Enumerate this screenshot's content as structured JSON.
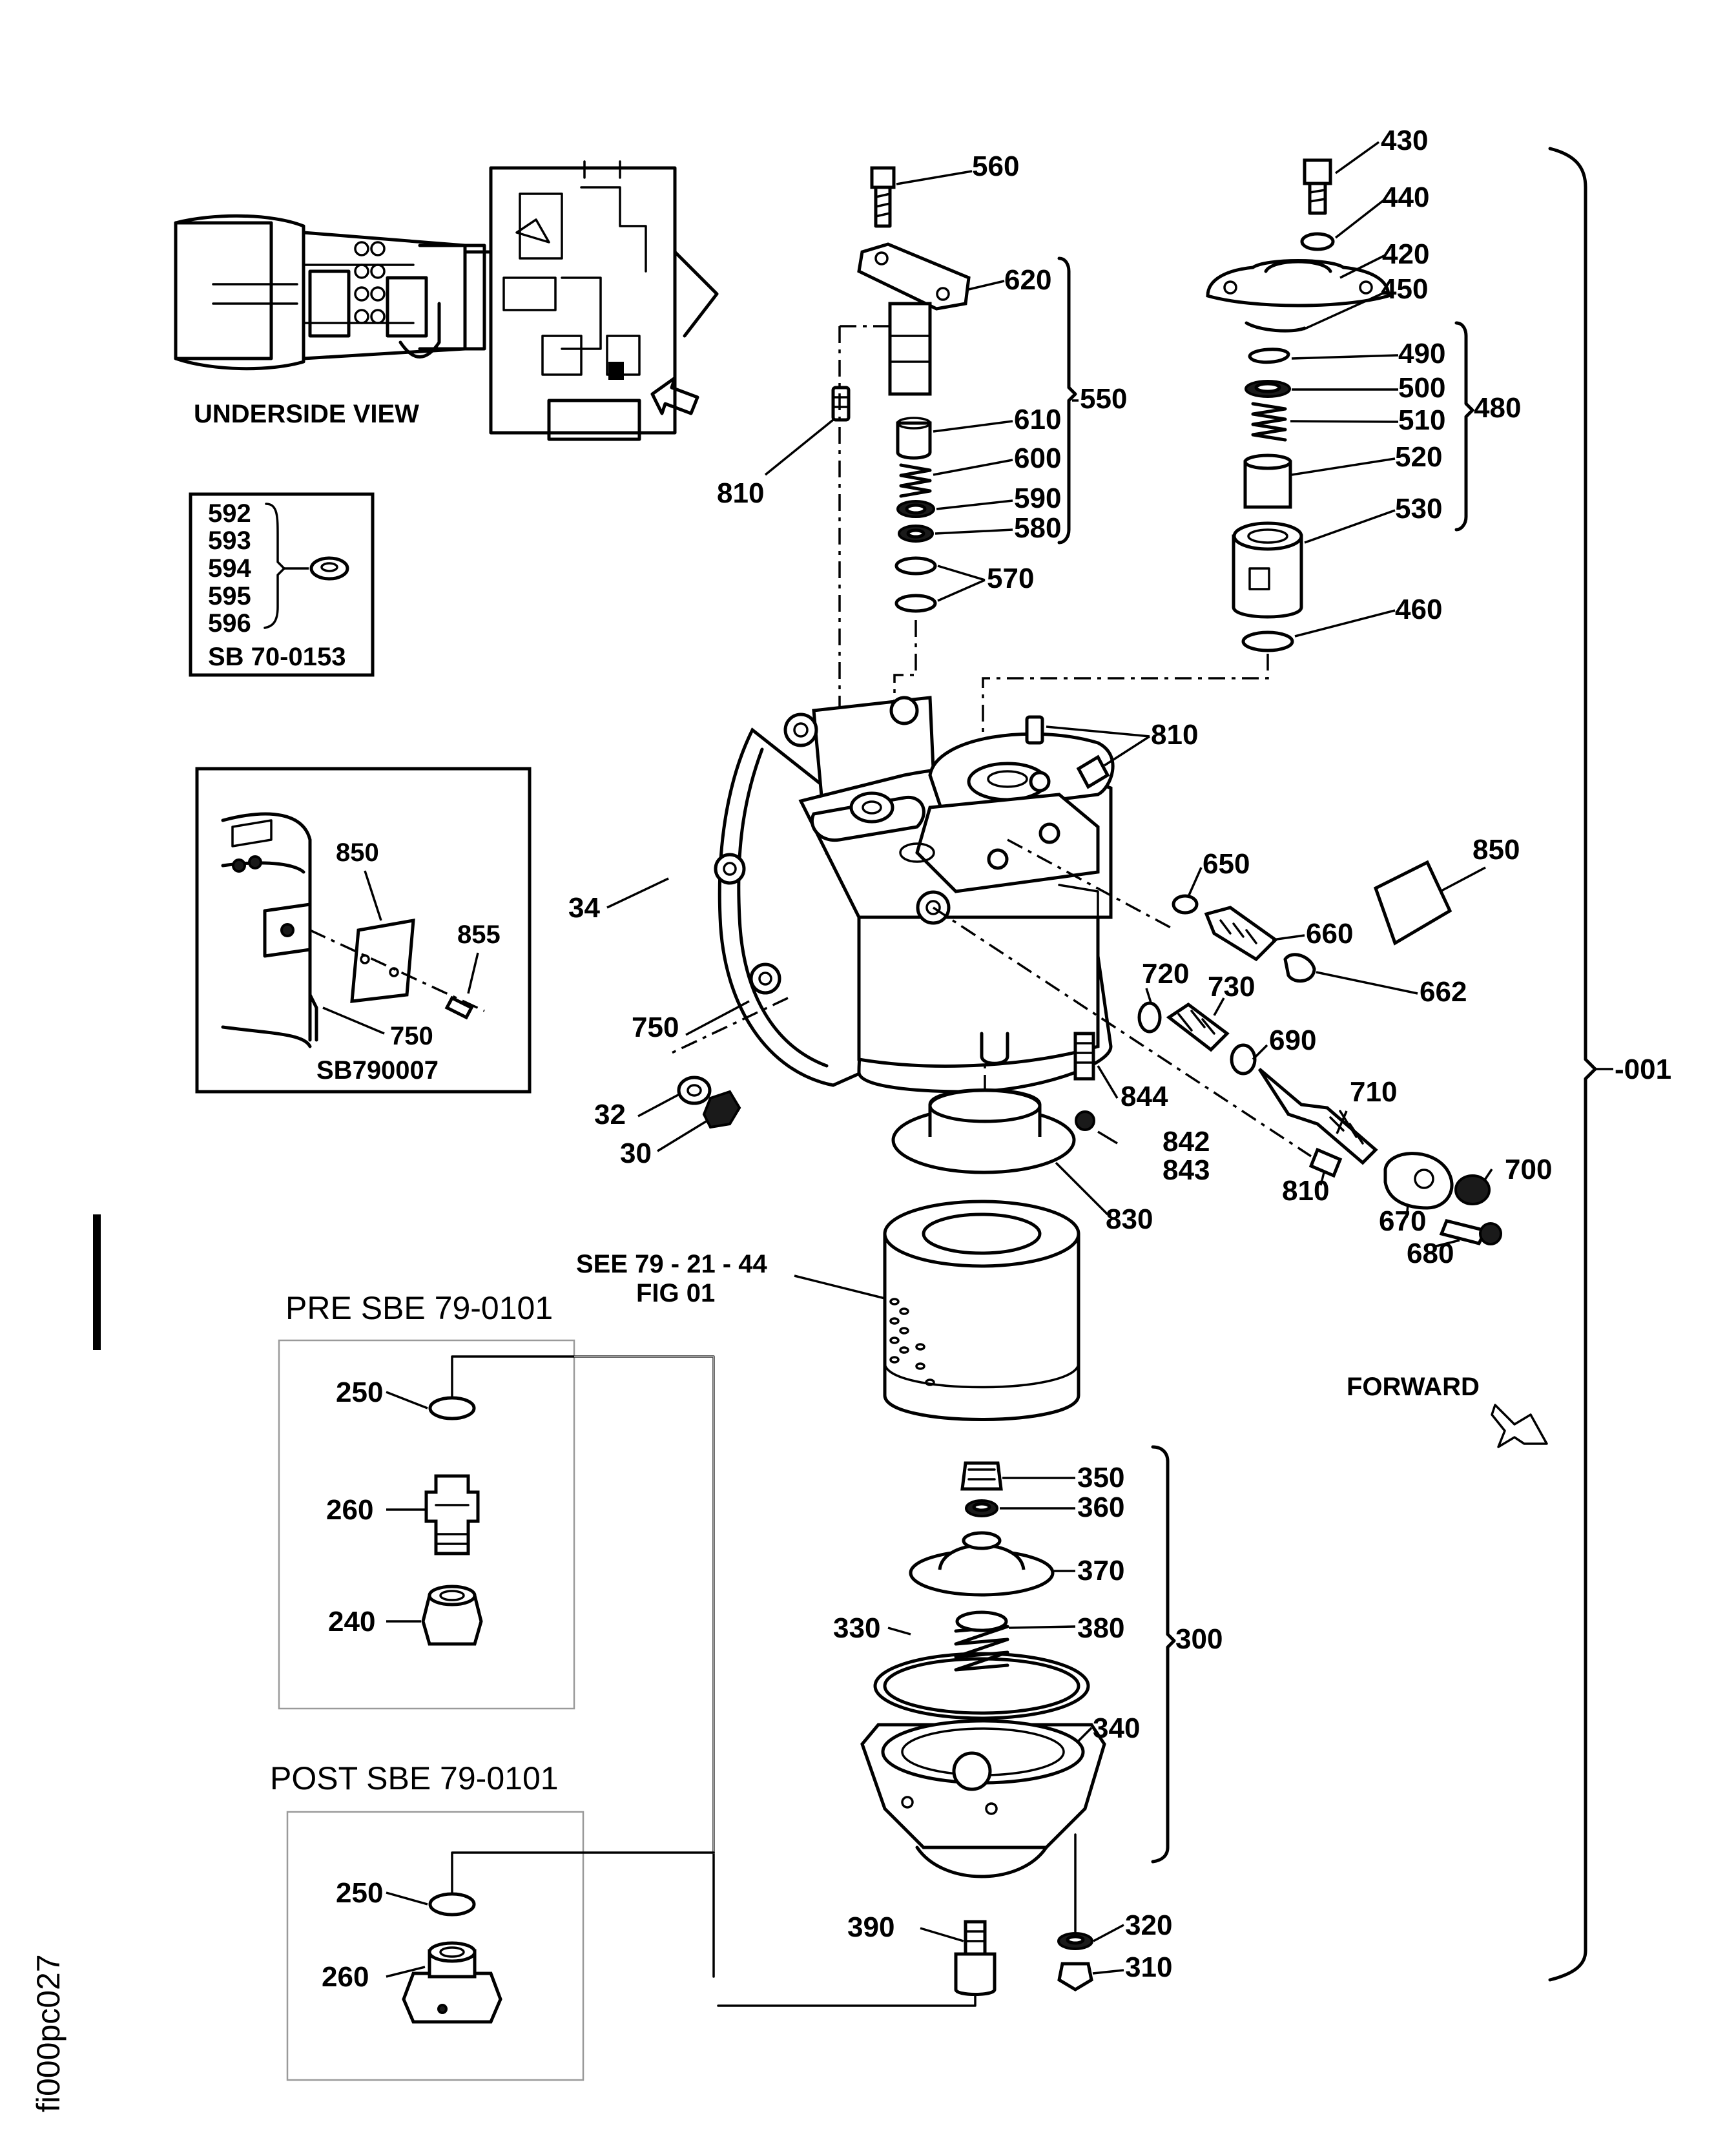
{
  "figure_id": "fi000pc027",
  "captions": {
    "underside_view": "UNDERSIDE VIEW",
    "pre_sbe": "PRE SBE 79-0101",
    "post_sbe": "POST SBE 79-0101",
    "see_ref_line1": "SEE 79 - 21 - 44",
    "see_ref_line2": "FIG 01",
    "forward": "FORWARD",
    "sb_70": "SB 70-0153",
    "sb_79": "SB790007",
    "assembly": "-001"
  },
  "inset_sb70_items": [
    "592",
    "593",
    "594",
    "595",
    "596"
  ],
  "inset_sb79_labels": {
    "p850": "850",
    "p855": "855",
    "p750": "750"
  },
  "callouts": {
    "c560": "560",
    "c620": "620",
    "c550": "550",
    "c610": "610",
    "c600": "600",
    "c590": "590",
    "c580": "580",
    "c570": "570",
    "c810a": "810",
    "c430": "430",
    "c440": "440",
    "c420": "420",
    "c450": "450",
    "c490": "490",
    "c500": "500",
    "c480": "480",
    "c510": "510",
    "c520": "520",
    "c530": "530",
    "c460": "460",
    "c810b": "810",
    "c34": "34",
    "c650": "650",
    "c660": "660",
    "c662": "662",
    "c850": "850",
    "c720": "720",
    "c730": "730",
    "c690": "690",
    "c750": "750",
    "c32": "32",
    "c30": "30",
    "c844": "844",
    "c842": "842",
    "c843": "843",
    "c710": "710",
    "c810c": "810",
    "c670": "670",
    "c700": "700",
    "c680": "680",
    "c830": "830",
    "c350": "350",
    "c360": "360",
    "c370": "370",
    "c330": "330",
    "c380": "380",
    "c300": "300",
    "c340": "340",
    "c390": "390",
    "c320": "320",
    "c310": "310",
    "pre250": "250",
    "pre260": "260",
    "pre240": "240",
    "post250": "250",
    "post260": "260"
  }
}
